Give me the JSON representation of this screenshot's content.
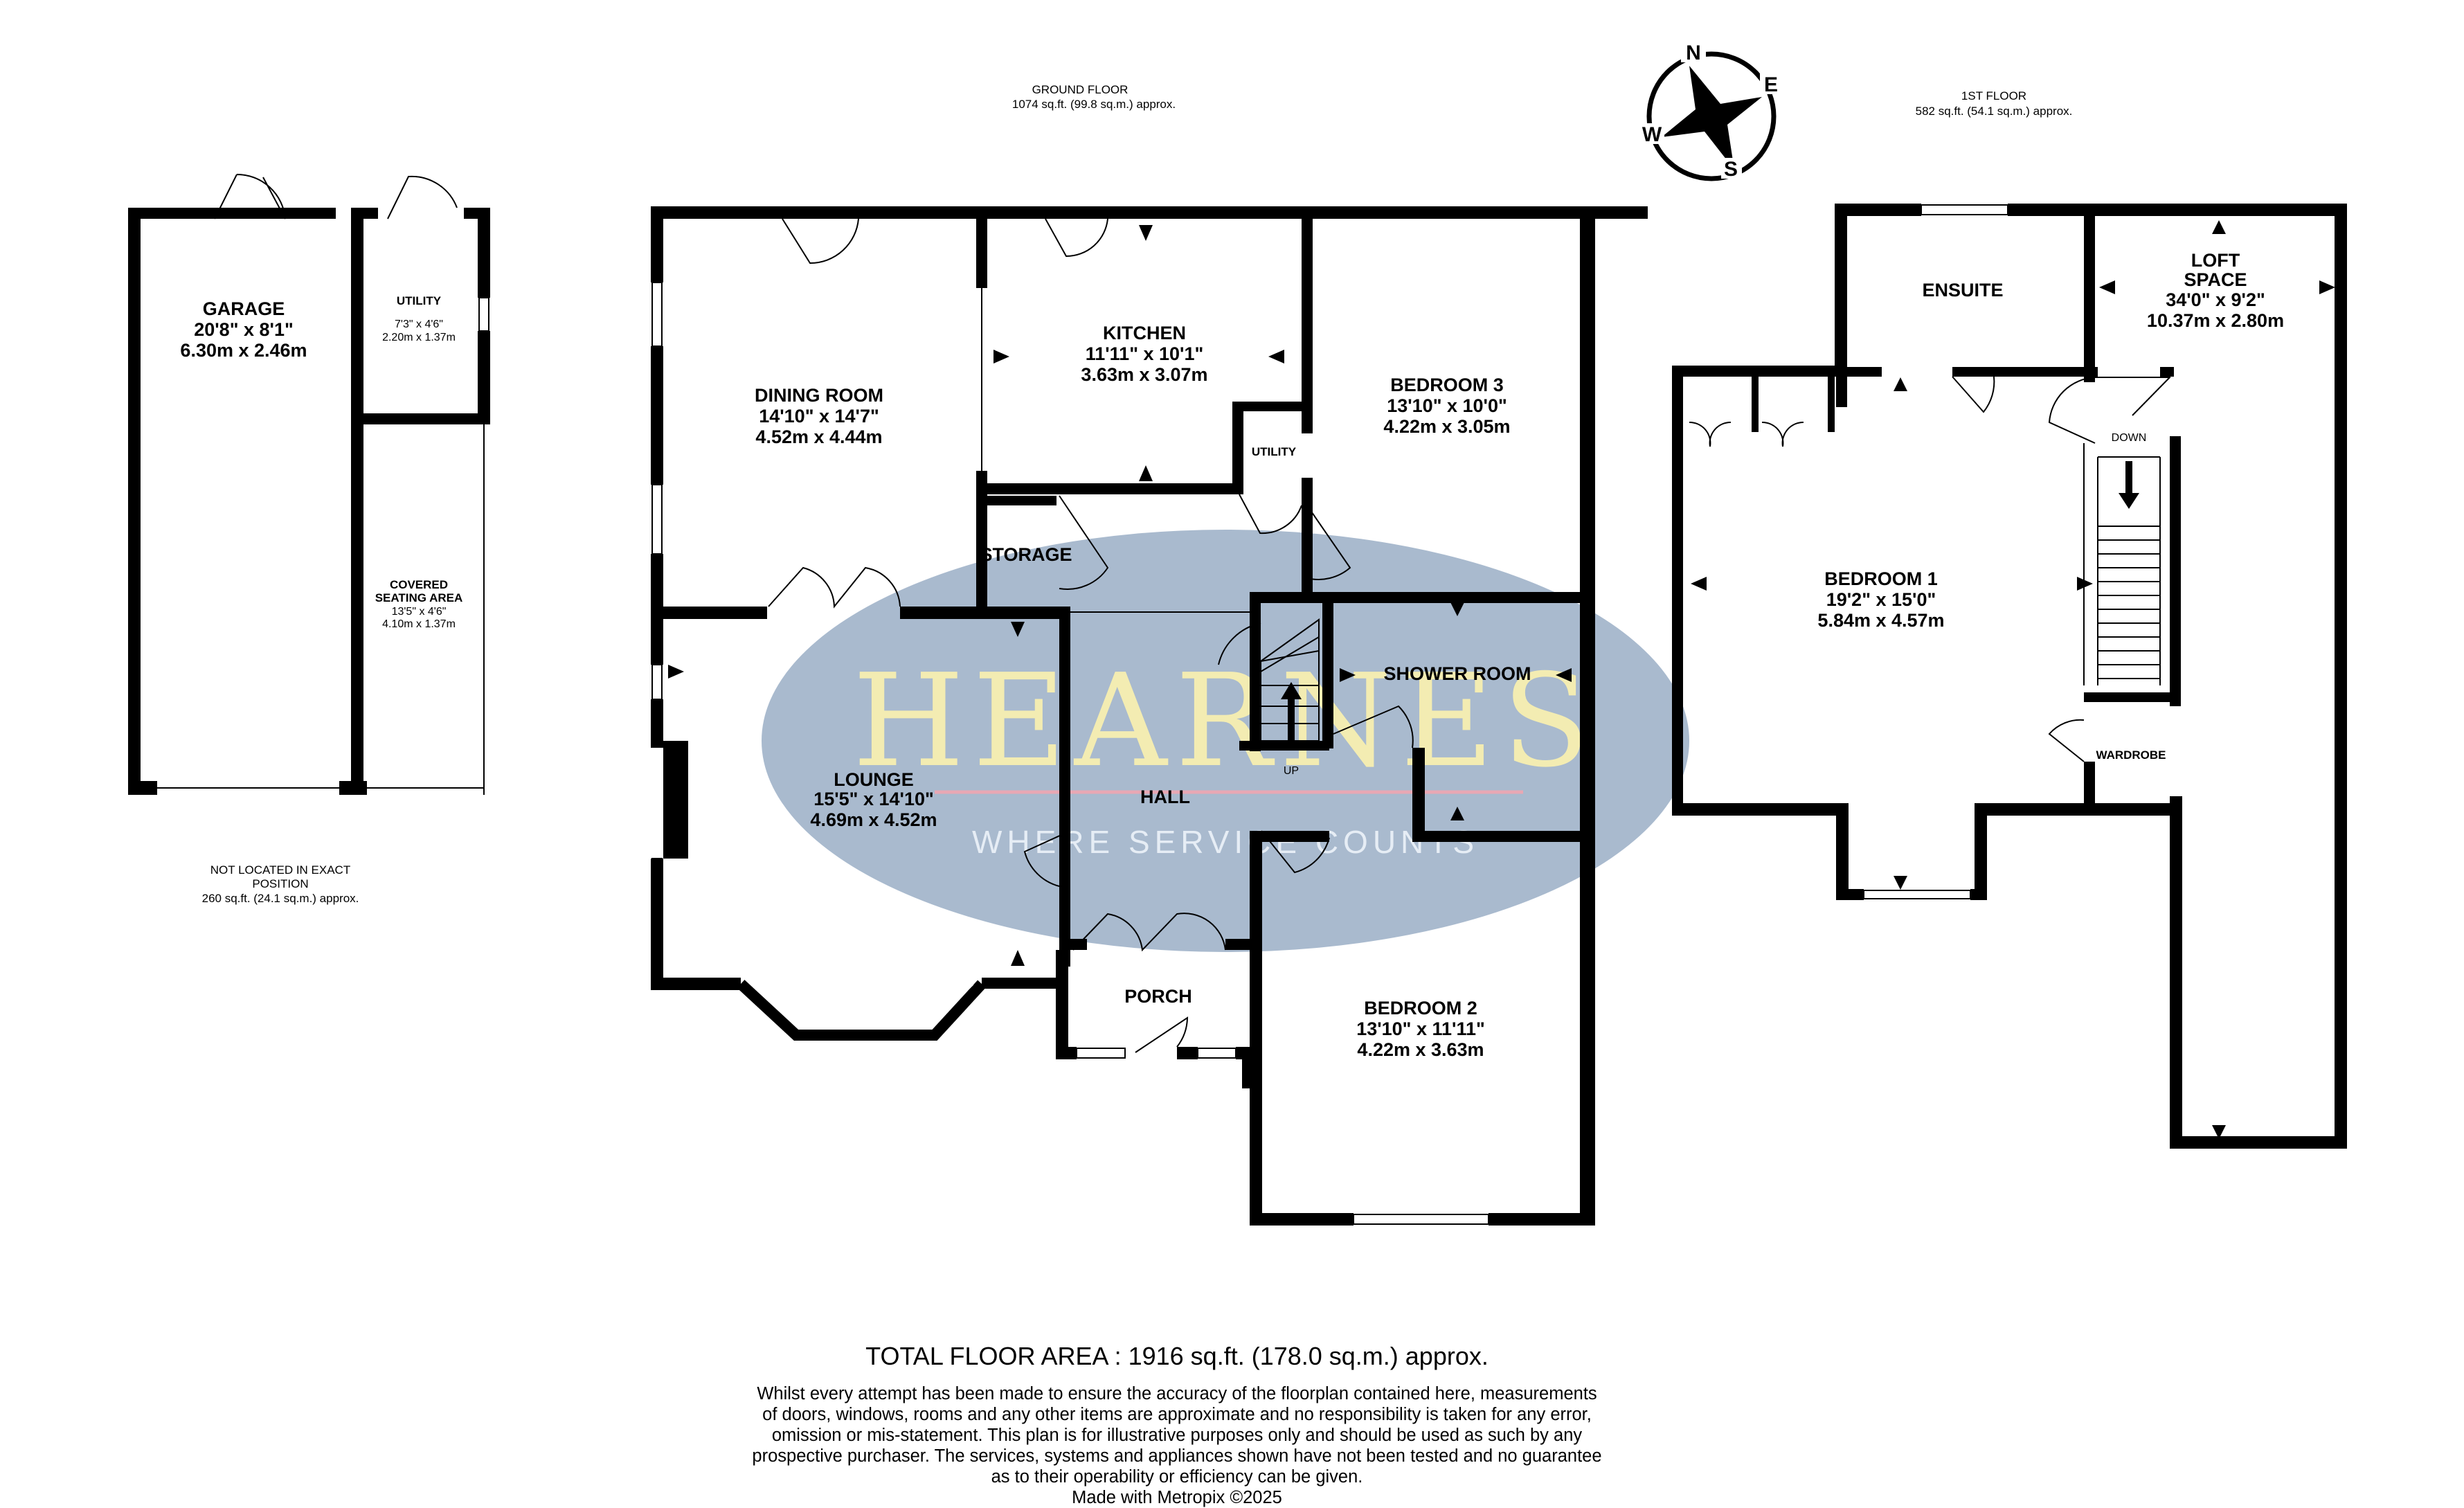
{
  "headers": {
    "ground_floor": {
      "title": "GROUND FLOOR",
      "area": "1074 sq.ft. (99.8 sq.m.) approx."
    },
    "first_floor": {
      "title": "1ST FLOOR",
      "area": "582 sq.ft. (54.1 sq.m.) approx."
    },
    "outbuilding": {
      "line1": "NOT LOCATED IN EXACT",
      "line2": "POSITION",
      "area": "260 sq.ft. (24.1 sq.m.) approx."
    }
  },
  "compass": {
    "n": "N",
    "e": "E",
    "s": "S",
    "w": "W"
  },
  "rooms": {
    "garage": {
      "name": "GARAGE",
      "imperial": "20'8\"  x 8'1\"",
      "metric": "6.30m  x 2.46m"
    },
    "utility_out": {
      "name": "UTILITY",
      "imperial": "7'3\"  x 4'6\"",
      "metric": "2.20m  x 1.37m"
    },
    "covered": {
      "name1": "COVERED",
      "name2": "SEATING AREA",
      "imperial": "13'5\"  x 4'6\"",
      "metric": "4.10m  x 1.37m"
    },
    "dining": {
      "name": "DINING ROOM",
      "imperial": "14'10\"  x 14'7\"",
      "metric": "4.52m  x 4.44m"
    },
    "kitchen": {
      "name": "KITCHEN",
      "imperial": "11'11\"  x 10'1\"",
      "metric": "3.63m  x 3.07m"
    },
    "bedroom3": {
      "name": "BEDROOM 3",
      "imperial": "13'10\"  x 10'0\"",
      "metric": "4.22m  x 3.05m"
    },
    "utility": {
      "name": "UTILITY"
    },
    "storage": {
      "name": "STORAGE"
    },
    "shower": {
      "name": "SHOWER ROOM"
    },
    "lounge": {
      "name": "LOUNGE",
      "imperial": "15'5\"  x 14'10\"",
      "metric": "4.69m  x 4.52m"
    },
    "hall": {
      "name": "HALL"
    },
    "up": {
      "name": "UP"
    },
    "porch": {
      "name": "PORCH"
    },
    "bedroom2": {
      "name": "BEDROOM 2",
      "imperial": "13'10\"  x 11'11\"",
      "metric": "4.22m  x 3.63m"
    },
    "ensuite": {
      "name": "ENSUITE"
    },
    "loft": {
      "name1": "LOFT",
      "name2": "SPACE",
      "imperial": "34'0\"  x 9'2\"",
      "metric": "10.37m  x 2.80m"
    },
    "down": {
      "name": "DOWN"
    },
    "bedroom1": {
      "name": "BEDROOM 1",
      "imperial": "19'2\"  x 15'0\"",
      "metric": "5.84m  x 4.57m"
    },
    "wardrobe": {
      "name": "WARDROBE"
    }
  },
  "watermark": {
    "brand": "HEARNES",
    "tagline": "WHERE SERVICE COUNTS"
  },
  "footer": {
    "total": "TOTAL FLOOR AREA : 1916 sq.ft. (178.0 sq.m.) approx.",
    "disclaimer_lines": [
      "Whilst every attempt has been made to ensure the accuracy of the floorplan contained here, measurements",
      "of doors, windows, rooms and any other items are approximate and no responsibility is taken for any error,",
      "omission or mis-statement. This plan is for illustrative purposes only and should be used as such by any",
      "prospective purchaser. The services, systems and appliances shown have not been tested and no guarantee",
      "as to their operability or efficiency can be given.",
      "Made with Metropix ©2025"
    ]
  },
  "colors": {
    "wall": "#000000",
    "watermark_fill": "#9aaec6",
    "watermark_text": "#f3ecb2",
    "watermark_line": "#e8a8b4"
  }
}
